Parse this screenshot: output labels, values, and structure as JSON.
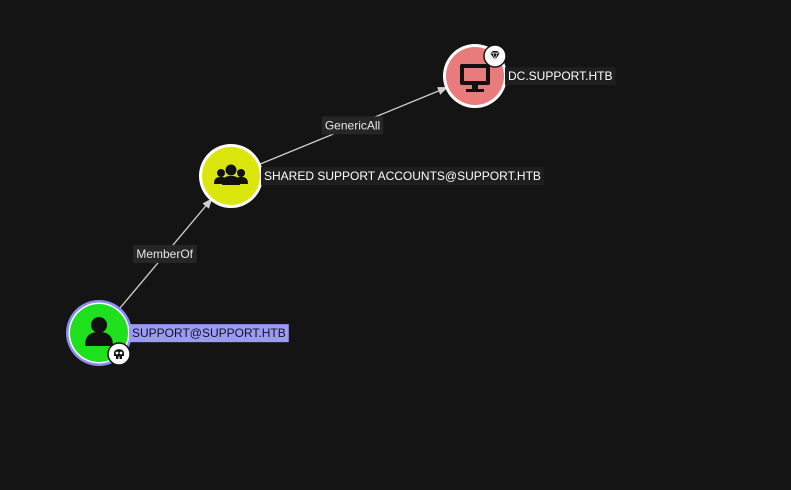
{
  "graph": {
    "nodes": [
      {
        "id": "support",
        "label": "SUPPORT@SUPPORT.HTB",
        "type": "user",
        "icon": "user-icon",
        "badge": "skull-icon",
        "fill": "#1fe01f",
        "ring": "#8a8af5",
        "label_bg": "#9b9bf7",
        "label_color": "#141414",
        "selected": true
      },
      {
        "id": "shared-support",
        "label": "SHARED SUPPORT ACCOUNTS@SUPPORT.HTB",
        "type": "group",
        "icon": "group-icon",
        "badge": null,
        "fill": "#dbe60f",
        "ring": "#ffffff",
        "label_bg": "#1f1f1f",
        "label_color": "#ffffff",
        "selected": false
      },
      {
        "id": "dc",
        "label": "DC.SUPPORT.HTB",
        "type": "computer",
        "icon": "computer-icon",
        "badge": "gem-icon",
        "fill": "#e87c7c",
        "ring": "#ffffff",
        "label_bg": "#1f1f1f",
        "label_color": "#ffffff",
        "selected": false
      }
    ],
    "edges": [
      {
        "from": "support",
        "to": "shared-support",
        "label": "MemberOf"
      },
      {
        "from": "shared-support",
        "to": "dc",
        "label": "GenericAll"
      }
    ]
  }
}
